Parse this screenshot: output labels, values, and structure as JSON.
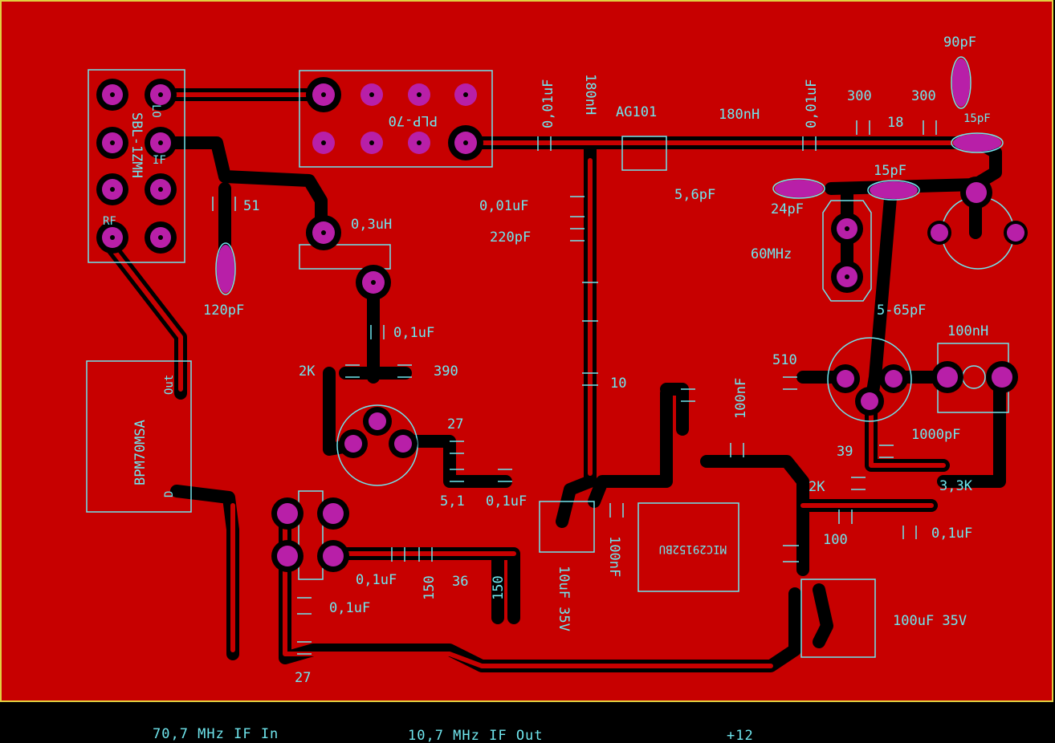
{
  "colors": {
    "board": "#c70000",
    "copper_gap": "#000000",
    "pad": "#b81fa8",
    "silkscreen": "#6fe6ee",
    "outline": "#e0d040",
    "background": "#000000"
  },
  "components": {
    "mixer_name": "SBL-1ZMH",
    "mixer_lo": "LO",
    "mixer_if": "IF",
    "mixer_rf": "RF",
    "amp_name": "BPM70MSA",
    "amp_out": "Out",
    "amp_in": "D",
    "connector_name": "PLP-70",
    "transistor_ag": "AG101",
    "regulator": "MIC29152BU"
  },
  "labels": {
    "c_001_a": "0,01uF",
    "l_180_a": "180nH",
    "c_001_b": "0,01uF",
    "l_180_b": "180nH",
    "r_300_a": "300",
    "r_300_b": "300",
    "c_90p": "90pF",
    "r_18": "18",
    "c_15p_a": "15pF",
    "c_15p_b": "15pF",
    "c_24p": "24pF",
    "c_5_6p": "5,6pF",
    "c_001_c": "0,01uF",
    "c_220p": "220pF",
    "r_51": "51",
    "l_0_3u": "0,3uH",
    "c_120p": "120pF",
    "xtal": "60MHz",
    "trim": "5-65pF",
    "l_100n": "100nH",
    "r_510": "510",
    "c_01_a": "0,1uF",
    "r_2k_a": "2K",
    "r_390": "390",
    "r_10": "10",
    "c_100n_a": "100nF",
    "r_27_a": "27",
    "r_5_1": "5,1",
    "c_01_b": "0,1uF",
    "c_1000p": "1000pF",
    "r_39": "39",
    "r_2k_b": "2K",
    "r_3_3k": "3,3K",
    "r_100": "100",
    "c_01_c": "0,1uF",
    "c_100n_b": "100nF",
    "c_10u": "10uF 35V",
    "c_01_d": "0,1uF",
    "r_150_a": "150",
    "r_36": "36",
    "r_150_b": "150",
    "c_01_e": "0,1uF",
    "r_27_b": "27",
    "c_100u": "100uF 35V"
  },
  "connectors": {
    "if_in": "70,7 MHz IF In",
    "if_out": "10,7 MHz IF Out",
    "power": "+12"
  }
}
